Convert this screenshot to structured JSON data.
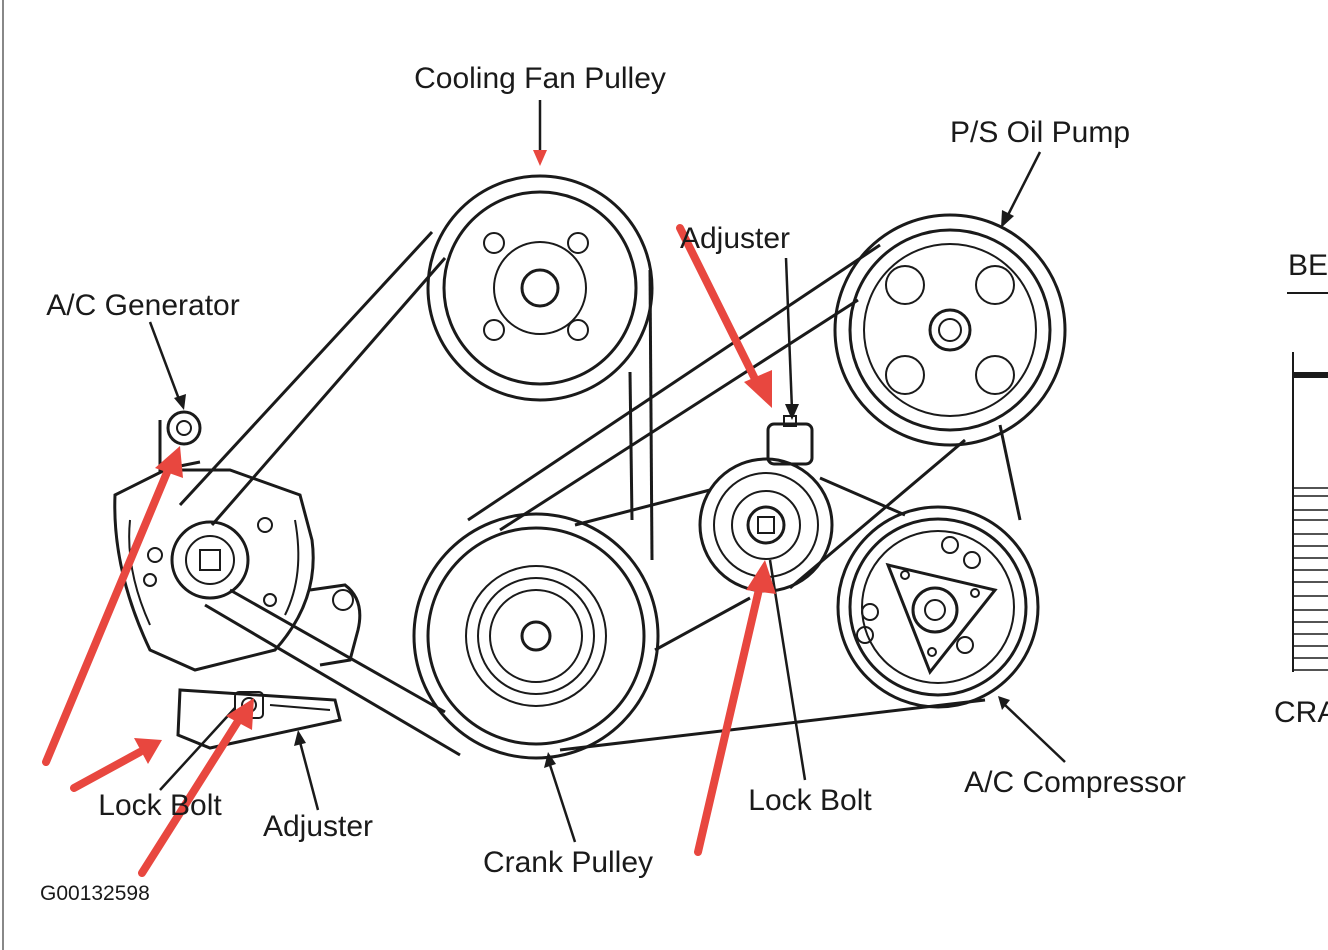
{
  "labels": {
    "cooling_fan_pulley": "Cooling Fan Pulley",
    "ps_oil_pump": "P/S Oil Pump",
    "adjuster_top": "Adjuster",
    "ac_generator": "A/C Generator",
    "lock_bolt_left": "Lock Bolt",
    "adjuster_bottom": "Adjuster",
    "crank_pulley": "Crank Pulley",
    "lock_bolt_right": "Lock Bolt",
    "ac_compressor": "A/C Compressor",
    "figure_code": "G00132598"
  },
  "side_panel": {
    "heading_fragment": "BE",
    "label_fragment": "CRA"
  },
  "colors": {
    "ink": "#1a1a1a",
    "annotation_arrow": "#e8473f",
    "background": "#ffffff"
  }
}
